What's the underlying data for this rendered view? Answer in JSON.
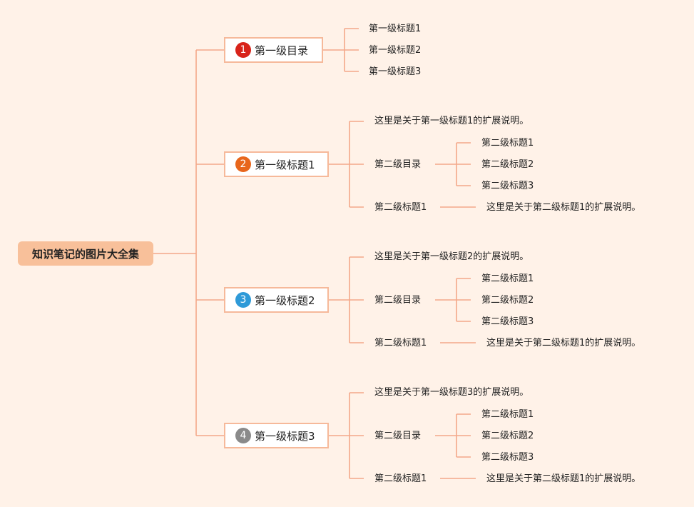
{
  "root": {
    "label": "知识笔记的图片大全集"
  },
  "branches": [
    {
      "number": "1",
      "label": "第一级目录",
      "badge_color": "#d8231a",
      "children": [
        "第一级标题1",
        "第一级标题2",
        "第一级标题3"
      ]
    },
    {
      "number": "2",
      "label": "第一级标题1",
      "badge_color": "#e8661c",
      "note": "这里是关于第一级标题1的扩展说明。",
      "sub_dir": "第二级目录",
      "sub_items": [
        "第二级标题1",
        "第二级标题2",
        "第二级标题3"
      ],
      "sub_title": "第二级标题1",
      "sub_note": "这里是关于第二级标题1的扩展说明。"
    },
    {
      "number": "3",
      "label": "第一级标题2",
      "badge_color": "#2e9ad8",
      "note": "这里是关于第一级标题2的扩展说明。",
      "sub_dir": "第二级目录",
      "sub_items": [
        "第二级标题1",
        "第二级标题2",
        "第二级标题3"
      ],
      "sub_title": "第二级标题1",
      "sub_note": "这里是关于第二级标题1的扩展说明。"
    },
    {
      "number": "4",
      "label": "第一级标题3",
      "badge_color": "#8a8a8a",
      "note": "这里是关于第一级标题3的扩展说明。",
      "sub_dir": "第二级目录",
      "sub_items": [
        "第二级标题1",
        "第二级标题2",
        "第二级标题3"
      ],
      "sub_title": "第二级标题1",
      "sub_note": "这里是关于第二级标题1的扩展说明。"
    }
  ],
  "colors": {
    "background": "#fff2e8",
    "root_fill": "#f8c09a",
    "connector": "#f4a889",
    "node_border": "#f6b99a"
  }
}
